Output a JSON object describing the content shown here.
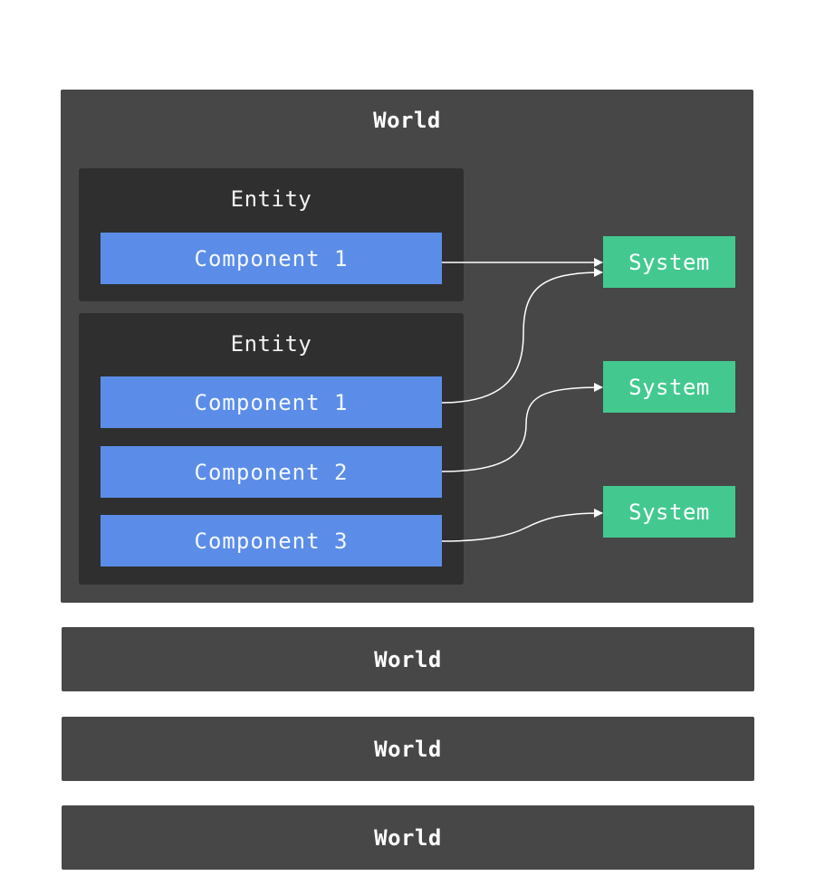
{
  "main_world": {
    "title": "World",
    "entities": [
      {
        "title": "Entity",
        "components": [
          "Component 1"
        ]
      },
      {
        "title": "Entity",
        "components": [
          "Component 1",
          "Component 2",
          "Component 3"
        ]
      }
    ],
    "systems": [
      "System",
      "System",
      "System"
    ]
  },
  "other_worlds": [
    "World",
    "World",
    "World"
  ],
  "colors": {
    "world": "#474747",
    "entity": "#2f2f2f",
    "component": "#5b8de8",
    "system": "#43c990",
    "arrow": "#ffffff",
    "background": "#ffffff"
  }
}
